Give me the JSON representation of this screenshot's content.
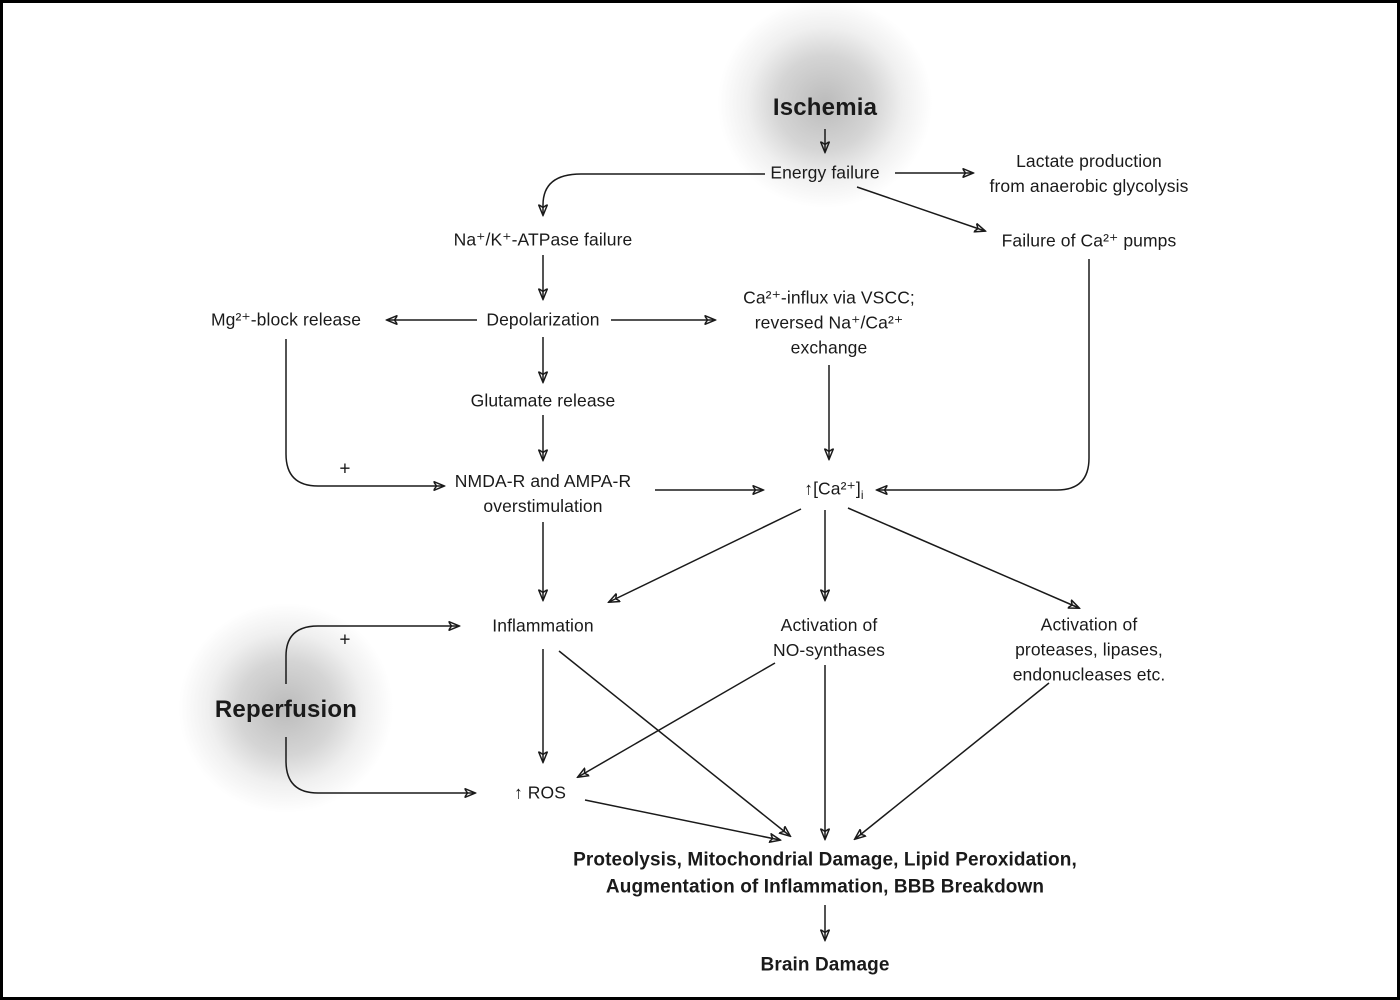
{
  "figure": {
    "background": "#ffffff",
    "line_color": "#1a1a1a",
    "text_color": "#1a1a1a",
    "highlight_blob_color": "#6e6e6e"
  },
  "nodes": {
    "ischemia": "Ischemia",
    "energy_failure": "Energy failure",
    "lactate": "Lactate production\nfrom anaerobic glycolysis",
    "nak_atpase": "Na⁺/K⁺-ATPase failure",
    "ca_pumps": "Failure of Ca²⁺ pumps",
    "mg_block": "Mg²⁺-block release",
    "depolarization": "Depolarization",
    "ca_influx": "Ca²⁺-influx via VSCC;\nreversed Na⁺/Ca²⁺\nexchange",
    "glutamate": "Glutamate release",
    "nmda": "NMDA-R and AMPA-R\noverstimulation",
    "ca_intracellular": "↑[Ca²⁺]",
    "ca_intracellular_sub": "i",
    "inflammation": "Inflammation",
    "no_synthases": "Activation of\nNO-synthases",
    "proteases": "Activation of\nproteases, lipases,\nendonucleases etc.",
    "reperfusion": "Reperfusion",
    "ros": "↑ ROS",
    "damage_cascade": "Proteolysis, Mitochondrial Damage, Lipid Peroxidation,\nAugmentation of Inflammation, BBB Breakdown",
    "brain_damage": "Brain Damage",
    "plus_nmda": "+",
    "plus_inflammation": "+"
  },
  "edges": [
    {
      "from": "ischemia",
      "to": "energy_failure"
    },
    {
      "from": "energy_failure",
      "to": "lactate"
    },
    {
      "from": "energy_failure",
      "to": "nak_atpase"
    },
    {
      "from": "energy_failure",
      "to": "ca_pumps"
    },
    {
      "from": "nak_atpase",
      "to": "depolarization"
    },
    {
      "from": "depolarization",
      "to": "mg_block"
    },
    {
      "from": "depolarization",
      "to": "ca_influx"
    },
    {
      "from": "depolarization",
      "to": "glutamate"
    },
    {
      "from": "glutamate",
      "to": "nmda"
    },
    {
      "from": "mg_block",
      "to": "nmda",
      "label": "+"
    },
    {
      "from": "nmda",
      "to": "ca_intracellular"
    },
    {
      "from": "ca_influx",
      "to": "ca_intracellular"
    },
    {
      "from": "ca_pumps",
      "to": "ca_intracellular"
    },
    {
      "from": "nmda",
      "to": "inflammation"
    },
    {
      "from": "ca_intracellular",
      "to": "inflammation"
    },
    {
      "from": "ca_intracellular",
      "to": "no_synthases"
    },
    {
      "from": "ca_intracellular",
      "to": "proteases"
    },
    {
      "from": "reperfusion",
      "to": "inflammation",
      "label": "+"
    },
    {
      "from": "reperfusion",
      "to": "ros"
    },
    {
      "from": "inflammation",
      "to": "ros"
    },
    {
      "from": "no_synthases",
      "to": "ros"
    },
    {
      "from": "inflammation",
      "to": "damage_cascade"
    },
    {
      "from": "no_synthases",
      "to": "damage_cascade"
    },
    {
      "from": "proteases",
      "to": "damage_cascade"
    },
    {
      "from": "ros",
      "to": "damage_cascade"
    },
    {
      "from": "damage_cascade",
      "to": "brain_damage"
    }
  ]
}
